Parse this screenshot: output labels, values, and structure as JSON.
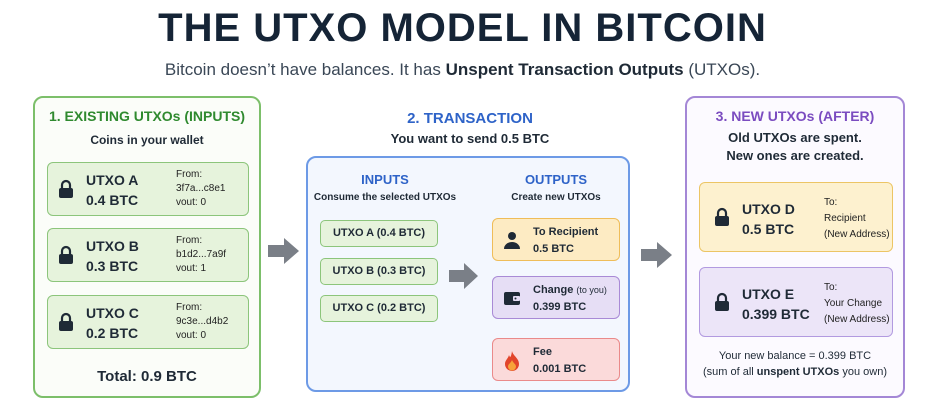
{
  "header": {
    "title": "THE UTXO MODEL IN BITCOIN",
    "subtitle_prefix": "Bitcoin doesn’t have balances. It has ",
    "subtitle_bold": "Unspent Transaction Outputs",
    "subtitle_suffix": " (UTXOs)."
  },
  "existing": {
    "title": "1. EXISTING UTXOs (INPUTS)",
    "subtitle": "Coins in your wallet",
    "utxos": [
      {
        "name": "UTXO A",
        "amount": "0.4 BTC",
        "from_label": "From:",
        "from": "3f7a...c8e1",
        "vout": "vout: 0"
      },
      {
        "name": "UTXO B",
        "amount": "0.3 BTC",
        "from_label": "From:",
        "from": "b1d2...7a9f",
        "vout": "vout: 1"
      },
      {
        "name": "UTXO C",
        "amount": "0.2 BTC",
        "from_label": "From:",
        "from": "9c3e...d4b2",
        "vout": "vout: 0"
      }
    ],
    "total": "Total: 0.9 BTC"
  },
  "transaction": {
    "title": "2. TRANSACTION",
    "subtitle": "You want to send 0.5 BTC",
    "inputs_title": "INPUTS",
    "inputs_sub": "Consume the selected UTXOs",
    "inputs": [
      "UTXO A (0.4 BTC)",
      "UTXO B (0.3 BTC)",
      "UTXO C (0.2 BTC)"
    ],
    "outputs_title": "OUTPUTS",
    "outputs_sub": "Create new UTXOs",
    "outputs": {
      "recipient": {
        "label": "To Recipient",
        "amount": "0.5 BTC"
      },
      "change": {
        "label": "Change",
        "note": "(to you)",
        "amount": "0.399 BTC"
      },
      "fee": {
        "label": "Fee",
        "amount": "0.001 BTC"
      }
    }
  },
  "new_utxos": {
    "title": "3. NEW UTXOs (AFTER)",
    "subtitle_line1": "Old UTXOs are spent.",
    "subtitle_line2": "New ones are created.",
    "utxos": [
      {
        "name": "UTXO D",
        "amount": "0.5 BTC",
        "to_label": "To:",
        "to_line1": "Recipient",
        "to_line2": "(New Address)"
      },
      {
        "name": "UTXO E",
        "amount": "0.399 BTC",
        "to_label": "To:",
        "to_line1": "Your Change",
        "to_line2": "(New Address)"
      }
    ],
    "balance_line": "Your new balance = 0.399 BTC",
    "balance_note_prefix": "(sum of all ",
    "balance_note_bold": "unspent UTXOs",
    "balance_note_suffix": " you own)"
  },
  "icons": {
    "lock": "lock-icon",
    "person": "person-icon",
    "wallet": "wallet-icon",
    "fire": "fire-icon",
    "arrow": "arrow-right-icon"
  },
  "colors": {
    "green": "#7cbf6a",
    "blue": "#6d9ae6",
    "purple": "#a487d6",
    "orange": "#efbd59",
    "red": "#ea8a8a",
    "arrow": "#7a7f87"
  }
}
